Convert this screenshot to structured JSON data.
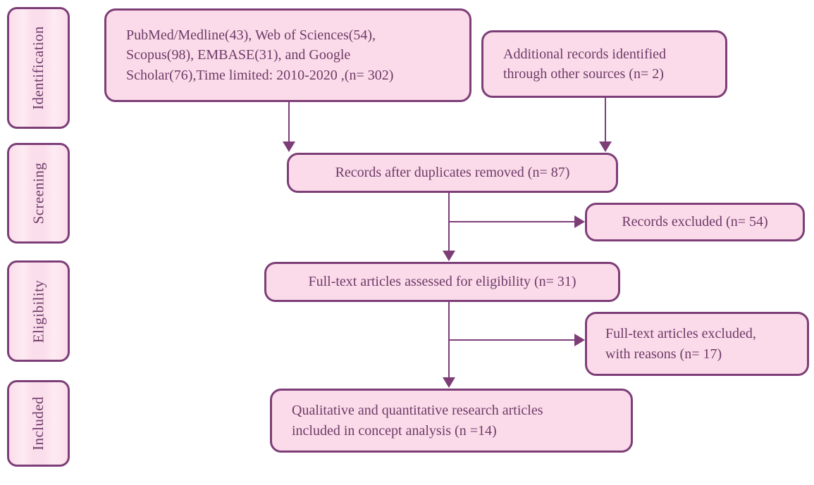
{
  "colors": {
    "box_fill": "#fbdbe9",
    "side_fill": "#fbdeeb",
    "box_border": "#7d3e78",
    "text_color": "#6e3a68",
    "arrow": "#7d3e78"
  },
  "stages": [
    {
      "label": "Identification"
    },
    {
      "label": "Screening"
    },
    {
      "label": "Eligibility"
    },
    {
      "label": "Included"
    }
  ],
  "flow": {
    "sources": {
      "lines": [
        "PubMed/Medline(43), Web of Sciences(54),",
        "Scopus(98), EMBASE(31), and Google",
        "Scholar(76),Time limited: 2010-2020 ,(n= 302)"
      ]
    },
    "additional": {
      "lines": [
        "Additional records identified",
        "through other sources (n= 2)"
      ]
    },
    "duplicates": {
      "text": "Records after duplicates removed (n= 87)"
    },
    "records_excluded": {
      "text": "Records excluded (n= 54)"
    },
    "fulltext_assessed": {
      "text": "Full-text articles assessed for eligibility (n= 31)"
    },
    "fulltext_excluded": {
      "lines": [
        "Full-text articles excluded,",
        "with reasons (n= 17)"
      ]
    },
    "included": {
      "lines": [
        "Qualitative and quantitative research articles",
        "included in concept analysis (n =14)"
      ]
    }
  }
}
